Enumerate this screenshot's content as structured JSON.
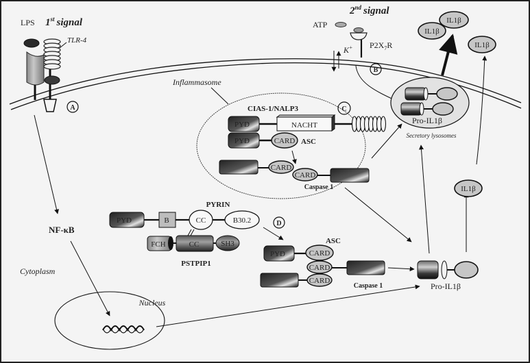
{
  "title": "Inflammasome / IL-1beta activation pathway",
  "colors": {
    "background": "#f4f4f4",
    "line": "#111111",
    "domain_light": "#c9c9c9",
    "domain_dark": "#2a2a2a",
    "lysosome_fill": "#e2e2e2"
  },
  "signals": {
    "first": {
      "number": "1",
      "sup": "st",
      "word": "signal",
      "ligand": "LPS",
      "receptor": "TLR-4",
      "marker": "A"
    },
    "second": {
      "number": "2",
      "sup": "nd",
      "word": "signal",
      "ligand": "ATP",
      "receptor_pre": "P2X",
      "receptor_sub": "7",
      "receptor_post": "R",
      "ion": "K",
      "ion_charge": "+",
      "marker": "B"
    }
  },
  "secreted": [
    {
      "label": "IL1β"
    },
    {
      "label": "IL1β"
    },
    {
      "label": "IL1β"
    }
  ],
  "cytosolic_il1b": {
    "label": "IL1β"
  },
  "lysosome": {
    "caption": "Secretory lysosomes",
    "content": "Pro-IL1β"
  },
  "inflammasome": {
    "caption": "Inflammasome",
    "marker": "C",
    "nlrp3_label": "CIAS-1/NALP3",
    "domains": {
      "pyd1": "PYD",
      "nacht": "NACHT",
      "pyd2": "PYD",
      "card_asc": "CARD",
      "asc": "ASC",
      "card_c1": "CARD",
      "card_c2": "CARD",
      "caspase": "Caspase 1"
    }
  },
  "pyrin": {
    "label": "PYRIN",
    "domains": {
      "pyd": "PYD",
      "b": "B",
      "cc": "CC",
      "b302": "B30.2"
    },
    "marker": "D"
  },
  "pstpip1": {
    "label": "PSTPIP1",
    "domains": {
      "fch": "FCH",
      "cc": "CC",
      "sh3": "SH3"
    }
  },
  "asc_complex": {
    "asc": "ASC",
    "pyd": "PYD",
    "card1": "CARD",
    "card2": "CARD",
    "card3": "CARD",
    "caspase": "Caspase 1"
  },
  "pro_il1b": {
    "label": "Pro-IL1β"
  },
  "nfkb": {
    "label_pre": "NF-",
    "label_kappa": "κ",
    "label_post": "B"
  },
  "compartments": {
    "cytoplasm": "Cytoplasm",
    "nucleus": "Nucleus"
  }
}
